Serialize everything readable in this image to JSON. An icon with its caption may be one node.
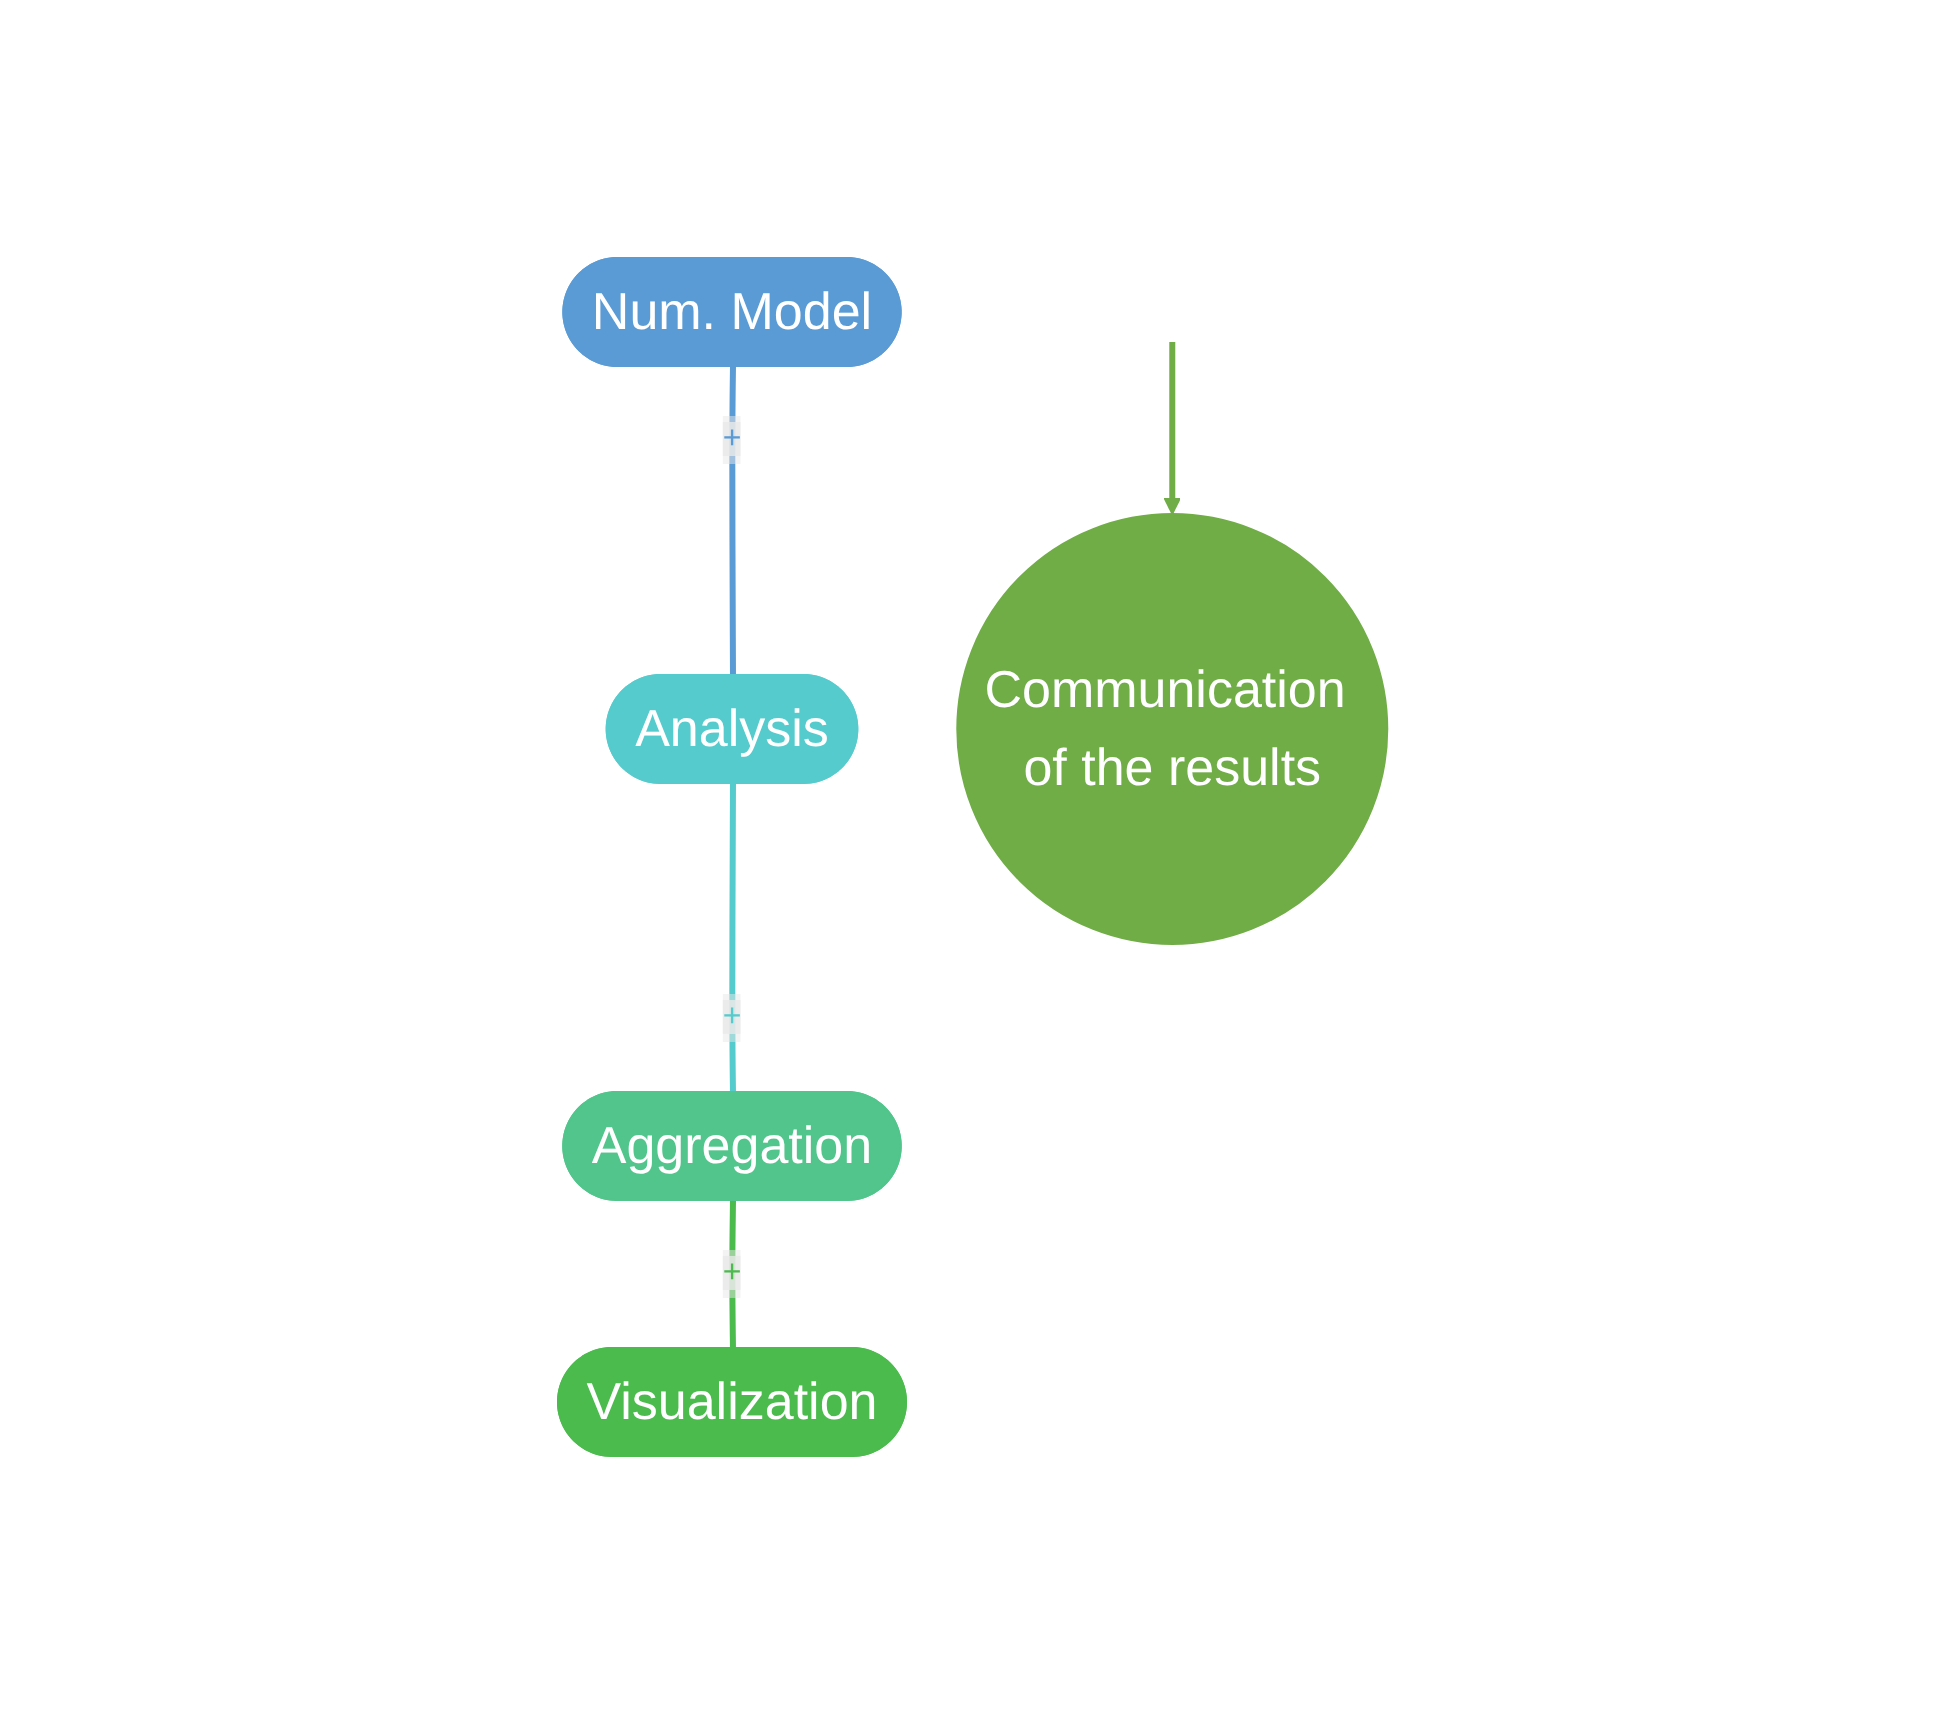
{
  "diagram": {
    "nodes": [
      {
        "text": [
          "Num. Model"
        ]
      },
      {
        "text": [
          "Analysis"
        ]
      },
      {
        "text": [
          "Aggregation"
        ]
      },
      {
        "text": [
          "Visualization"
        ]
      },
      {
        "text": [
          "Communication of the results"
        ]
      }
    ],
    "edges": [
      {
        "from": 0,
        "to": 1,
        "arrow": "none",
        "label": "+",
        "color": "#5b9bd5"
      },
      {
        "from": 1,
        "to": 2,
        "arrow": "none",
        "label": "+",
        "color": "#56cbcd"
      },
      {
        "from": 2,
        "to": 3,
        "arrow": "none",
        "label": "+",
        "color": "#4cbb4e"
      },
      {
        "from": null,
        "to": 4,
        "arrow": "to",
        "color": "#70ad47"
      }
    ]
  }
}
